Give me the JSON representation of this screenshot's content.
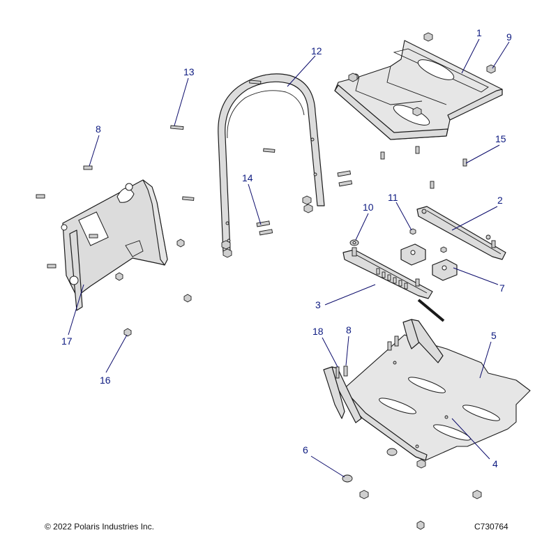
{
  "diagram": {
    "callouts": [
      {
        "id": "1",
        "label": "1"
      },
      {
        "id": "2",
        "label": "2"
      },
      {
        "id": "3",
        "label": "3"
      },
      {
        "id": "4",
        "label": "4"
      },
      {
        "id": "5",
        "label": "5"
      },
      {
        "id": "6",
        "label": "6"
      },
      {
        "id": "7",
        "label": "7"
      },
      {
        "id": "8a",
        "label": "8"
      },
      {
        "id": "8b",
        "label": "8"
      },
      {
        "id": "9",
        "label": "9"
      },
      {
        "id": "10",
        "label": "10"
      },
      {
        "id": "11",
        "label": "11"
      },
      {
        "id": "12",
        "label": "12"
      },
      {
        "id": "13",
        "label": "13"
      },
      {
        "id": "14",
        "label": "14"
      },
      {
        "id": "15",
        "label": "15"
      },
      {
        "id": "16",
        "label": "16"
      },
      {
        "id": "17",
        "label": "17"
      },
      {
        "id": "18",
        "label": "18"
      }
    ]
  },
  "footer": {
    "copyright": "© 2022 Polaris Industries Inc.",
    "drawing_number": "C730764"
  }
}
